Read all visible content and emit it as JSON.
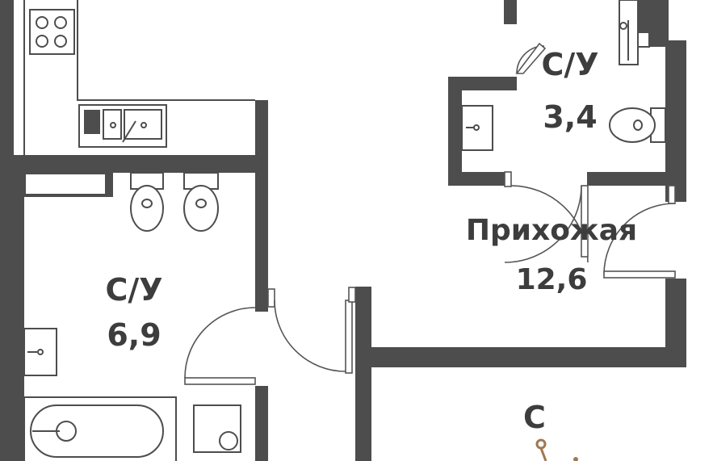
{
  "rooms": [
    {
      "name": "С/У",
      "area": "3,4"
    },
    {
      "name": "Прихожая",
      "area": "12,6"
    },
    {
      "name": "С/У",
      "area": "6,9"
    },
    {
      "name": "С",
      "area": ""
    }
  ],
  "colors": {
    "wall": "#4d4d4d",
    "label": "#3d3d3d",
    "marker": "#a07850",
    "background": "#ffffff"
  }
}
